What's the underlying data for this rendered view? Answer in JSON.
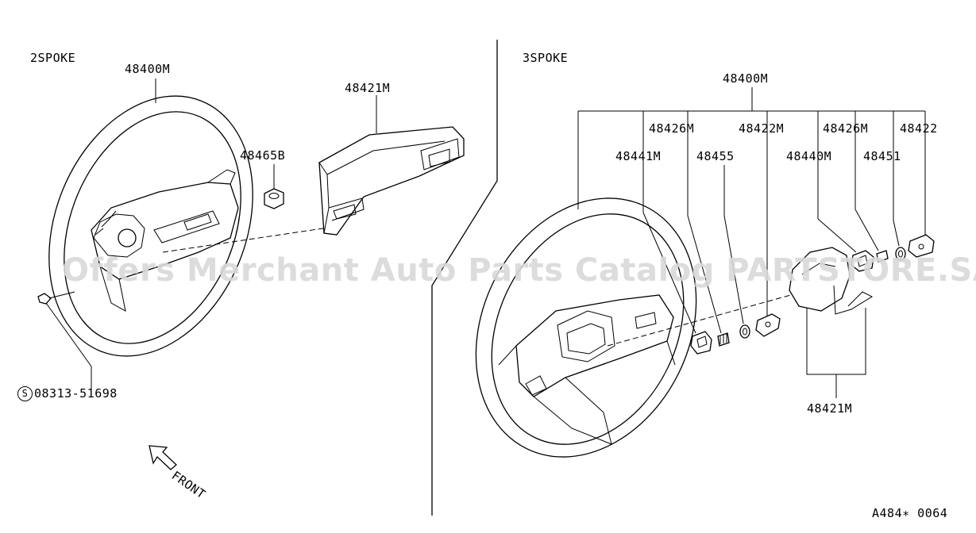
{
  "watermark": "Offers Merchant Auto Parts Catalog PARTSTORE.SA",
  "sections": {
    "left": {
      "title": "2SPOKE",
      "parts": {
        "wheel": "48400M",
        "pad": "48421M",
        "nut": "48465B",
        "screw_prefix": "S",
        "screw": "08313-51698"
      },
      "direction": "FRONT"
    },
    "right": {
      "title": "3SPOKE",
      "parts": {
        "wheel": "48400M",
        "p1": "48426M",
        "p2": "48422M",
        "p3": "48426M",
        "p4": "48422",
        "p5": "48441M",
        "p6": "48455",
        "p7": "48440M",
        "p8": "48451",
        "pad": "48421M"
      }
    }
  },
  "figure_code": "A484∗ 0064"
}
